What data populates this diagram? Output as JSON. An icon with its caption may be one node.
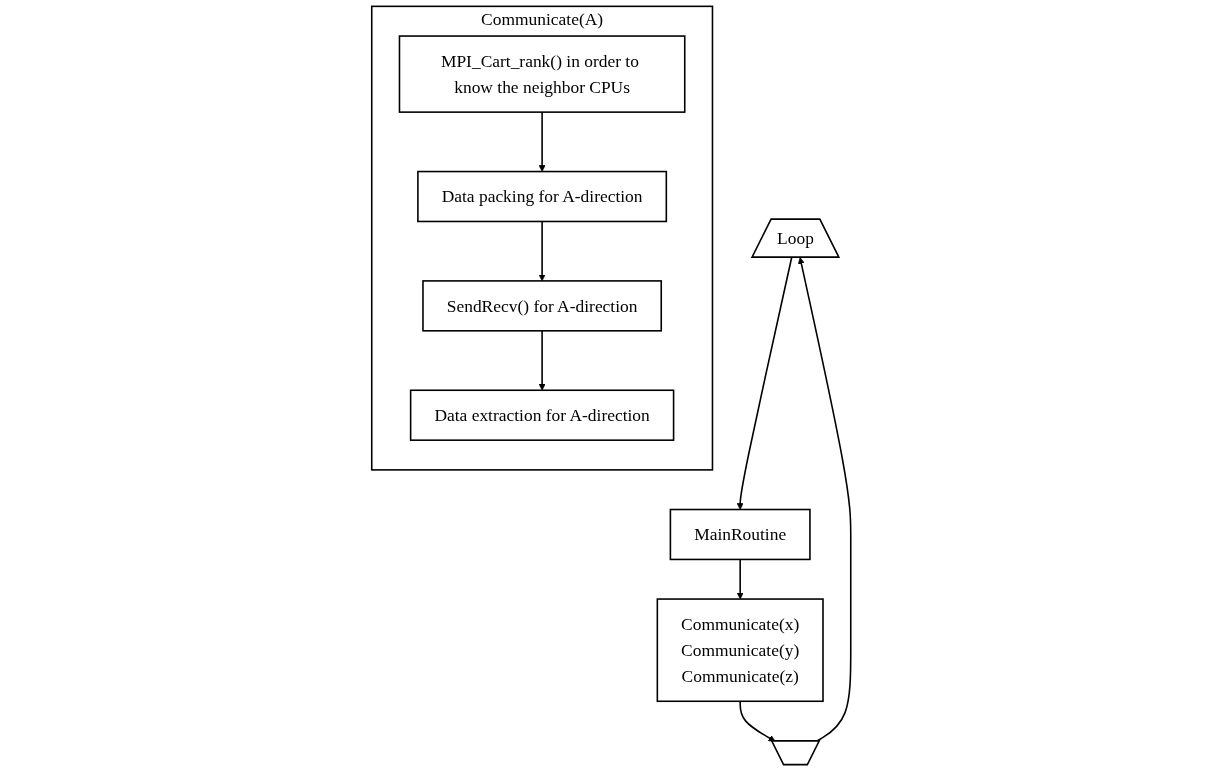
{
  "diagram": {
    "nodes": [
      {
        "text": [
          "Loop"
        ]
      },
      {
        "text": [
          "MainRoutine"
        ]
      },
      {
        "text": [
          "Communicate(x)",
          "Communicate(y)",
          "Communicate(z)"
        ]
      },
      {
        "text": [],
        "shape": "trapezoid"
      },
      {
        "text": [
          "Communicate(A)"
        ]
      },
      {
        "text": [
          "MPI_Cart_rank() in order to know the neighbor CPUs"
        ],
        "in": 4
      },
      {
        "text": [
          "Data packing for A-direction"
        ],
        "in": 4
      },
      {
        "text": [
          "SendRecv() for A-direction"
        ],
        "in": 4
      },
      {
        "text": [
          "Data extraction for A-direction"
        ],
        "in": 4
      }
    ],
    "edges": [
      {
        "from": 0,
        "to": 1,
        "arrow": "to"
      },
      {
        "from": 1,
        "to": 2,
        "arrow": "to"
      },
      {
        "from": 2,
        "to": 3,
        "arrow": "to"
      },
      {
        "from": 3,
        "to": 0,
        "arrow": "to"
      },
      {
        "from": 5,
        "to": 6,
        "arrow": "to"
      },
      {
        "from": 6,
        "to": 7,
        "arrow": "to"
      },
      {
        "from": 7,
        "to": 8,
        "arrow": "to"
      }
    ]
  }
}
